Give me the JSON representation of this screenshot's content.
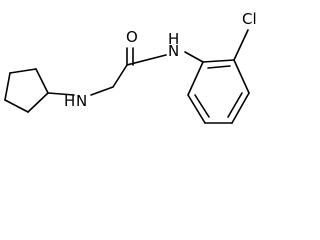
{
  "molecule": {
    "atoms": {
      "oxygen": "O",
      "amide_nitrogen": "N",
      "amide_hydrogen": "H",
      "amine_nitrogen": "N",
      "amine_hydrogen": "H",
      "chlorine": "Cl"
    },
    "colors": {
      "bond": "#000000",
      "label": "#000000",
      "background": "#ffffff"
    }
  }
}
